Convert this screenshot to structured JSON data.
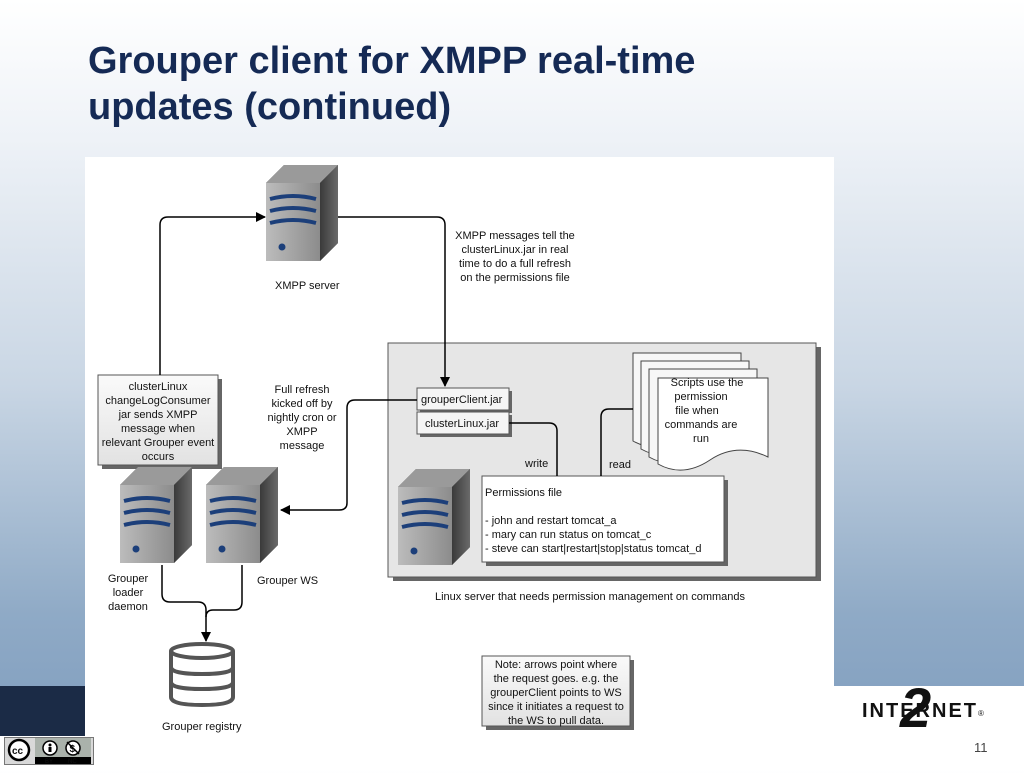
{
  "slide": {
    "title_line1": "Grouper client for XMPP real-time",
    "title_line2": "updates (continued)",
    "page_number": "11"
  },
  "diagram": {
    "xmpp_server_label": "XMPP server",
    "xmpp_note": [
      "XMPP messages tell the",
      "clusterLinux.jar in real",
      "time to do a full refresh",
      "on the permissions file"
    ],
    "consumer_box": [
      "clusterLinux",
      "changeLogConsumer",
      "jar sends XMPP",
      "message when",
      "relevant Grouper event",
      "occurs"
    ],
    "full_refresh_note": [
      "Full refresh",
      "kicked off by",
      "nightly cron or",
      "XMPP",
      "message"
    ],
    "loader_label": [
      "Grouper",
      "loader",
      "daemon"
    ],
    "ws_label": "Grouper WS",
    "registry_label": "Grouper registry",
    "grouper_client_jar": "grouperClient.jar",
    "cluster_linux_jar": "clusterLinux.jar",
    "write_label": "write",
    "read_label": "read",
    "scripts_note": [
      "Scripts use the",
      "permission",
      "file when",
      "commands are",
      "run"
    ],
    "permissions_title": "Permissions file",
    "permissions_lines": [
      "- john and restart tomcat_a",
      "- mary can run status on tomcat_c",
      "- steve can start|restart|stop|status tomcat_d"
    ],
    "linux_server_label": "Linux server that needs permission management on commands",
    "arrow_note": [
      "Note: arrows point where",
      "the request goes.  e.g. the",
      "grouperClient points to WS",
      "since it initiates a request to",
      "the WS to pull data."
    ]
  },
  "footer": {
    "logo_text": "INTERNET",
    "logo_mark": "2",
    "registered_mark": "®",
    "cc_by": "BY",
    "cc_nc": "NC"
  }
}
